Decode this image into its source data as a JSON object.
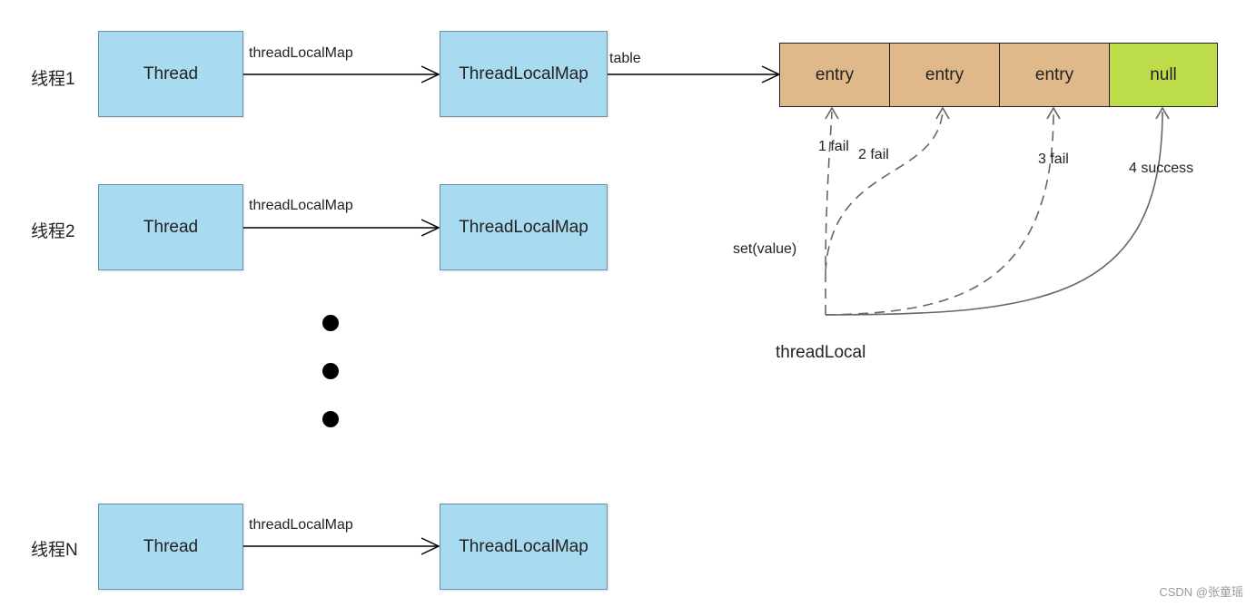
{
  "colors": {
    "thread_fill": "#a8daf0",
    "entry_fill": "#dfb98a",
    "null_fill": "#bddc4a",
    "dashed_arrow": "#666666",
    "solid_arrow": "#000000"
  },
  "rows": [
    {
      "label": "线程1",
      "thread": "Thread",
      "edge": "threadLocalMap",
      "map": "ThreadLocalMap"
    },
    {
      "label": "线程2",
      "thread": "Thread",
      "edge": "threadLocalMap",
      "map": "ThreadLocalMap"
    },
    {
      "label": "线程N",
      "thread": "Thread",
      "edge": "threadLocalMap",
      "map": "ThreadLocalMap"
    }
  ],
  "table": {
    "edge_label": "table",
    "cells": [
      "entry",
      "entry",
      "entry",
      "null"
    ]
  },
  "attempts": [
    "1 fail",
    "2 fail",
    "3 fail",
    "4 success"
  ],
  "set_label": "set(value)",
  "thread_local_label": "threadLocal",
  "watermark": "CSDN @张童瑶"
}
